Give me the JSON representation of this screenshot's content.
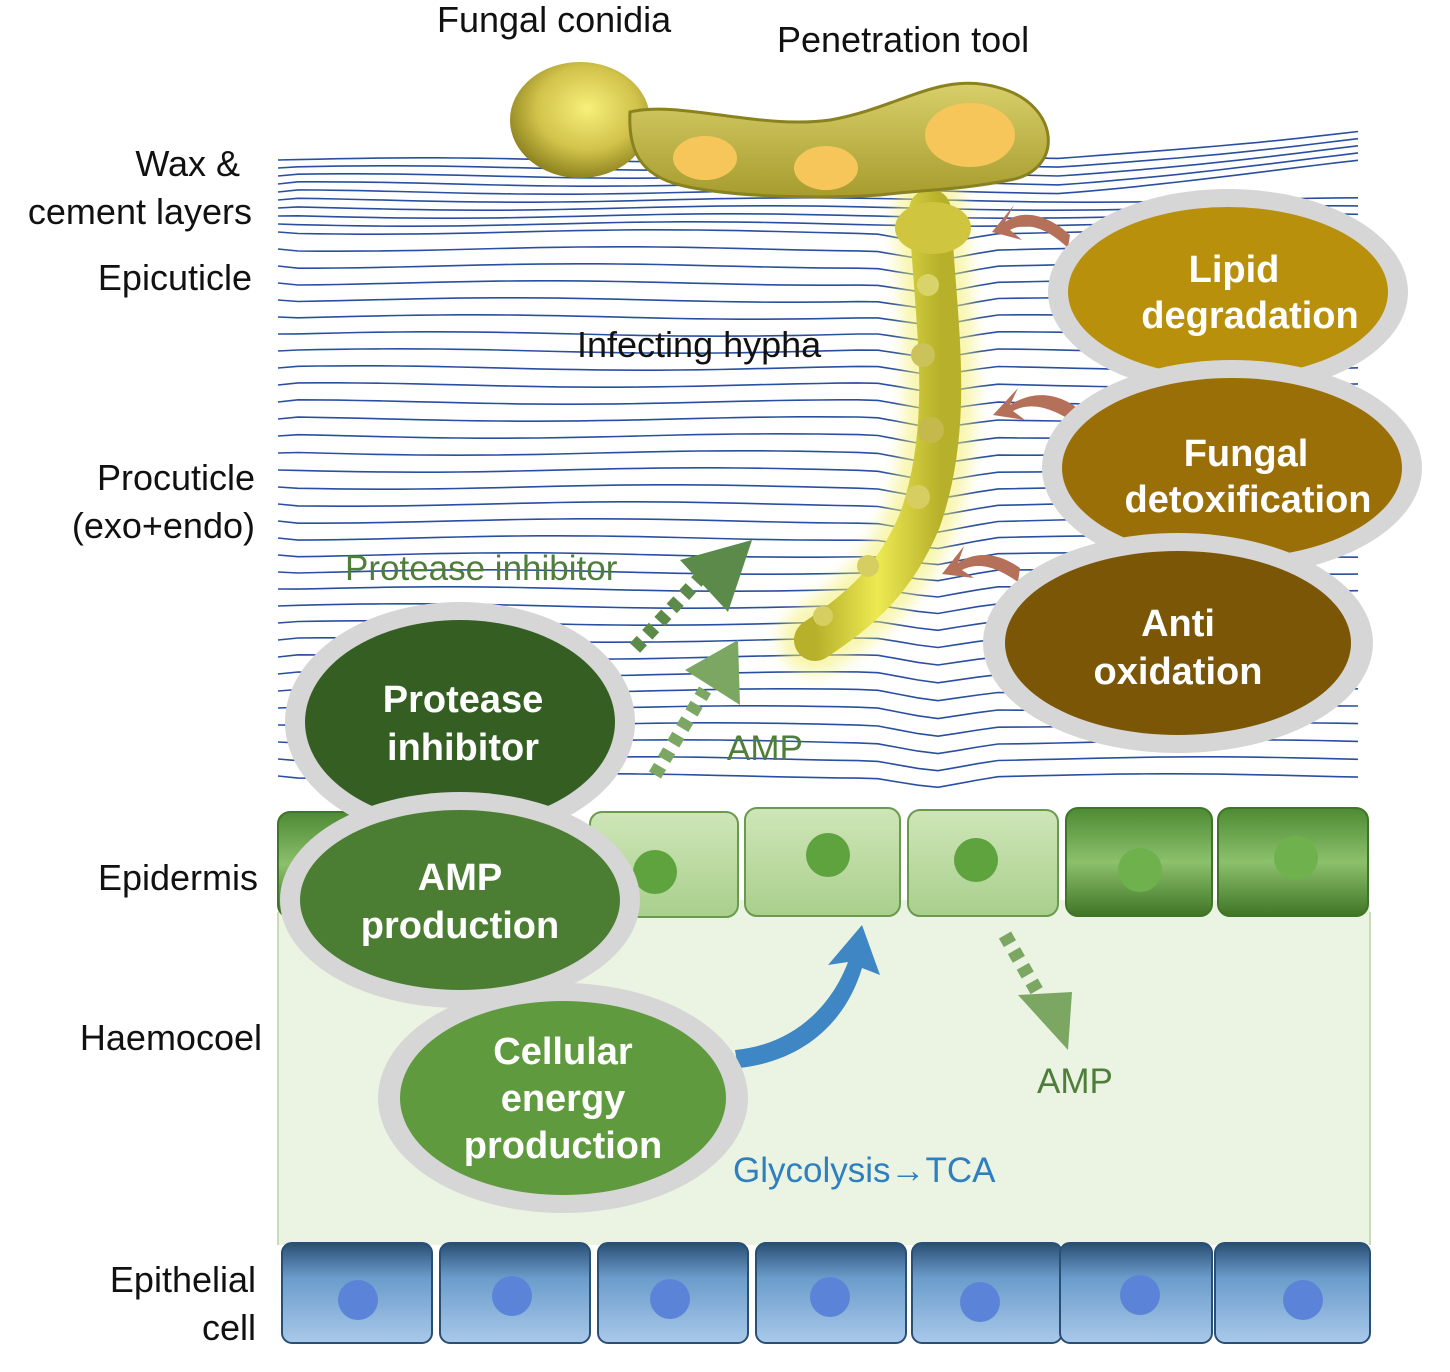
{
  "layer_labels": {
    "wax_line1": "Wax &",
    "wax_line2": "cement layers",
    "epicuticle": "Epicuticle",
    "procuticle_line1": "Procuticle",
    "procuticle_line2": "(exo+endo)",
    "epidermis": "Epidermis",
    "haemocoel": "Haemocoel",
    "epithelial_line1": "Epithelial",
    "epithelial_line2": "cell"
  },
  "fungus": {
    "conidia_label": "Fungal conidia",
    "penetration_label": "Penetration tool",
    "hypha_label": "Infecting hypha"
  },
  "fungal_processes": {
    "lipid": {
      "line1": "Lipid",
      "line2": "degradation"
    },
    "detox": {
      "line1": "Fungal",
      "line2": "detoxification"
    },
    "antiox": {
      "line1": "Anti",
      "line2": "oxidation"
    }
  },
  "host_processes": {
    "protease": {
      "line1": "Protease",
      "line2": "inhibitor"
    },
    "amp": {
      "line1": "AMP",
      "line2": "production"
    },
    "energy": {
      "line1": "Cellular",
      "line2": "energy",
      "line3": "production"
    }
  },
  "annotations": {
    "protease_inhibitor": "Protease inhibitor",
    "amp_upper": "AMP",
    "amp_lower": "AMP",
    "glycolysis": "Glycolysis→TCA"
  },
  "colors": {
    "cuticle_line": "#2a4fa0",
    "lipid": "#b8900c",
    "detox": "#9a6f07",
    "antiox": "#7a5606",
    "protease": "#355e22",
    "amp": "#4b7e32",
    "energy": "#5f9a3e",
    "fungal_arrow": "#b5705a",
    "green_arrow": "#6e9a5a",
    "blue_arrow": "#3f86c4",
    "haemocoel": "#ebf4e2",
    "epithelial": "#8fb8df"
  }
}
